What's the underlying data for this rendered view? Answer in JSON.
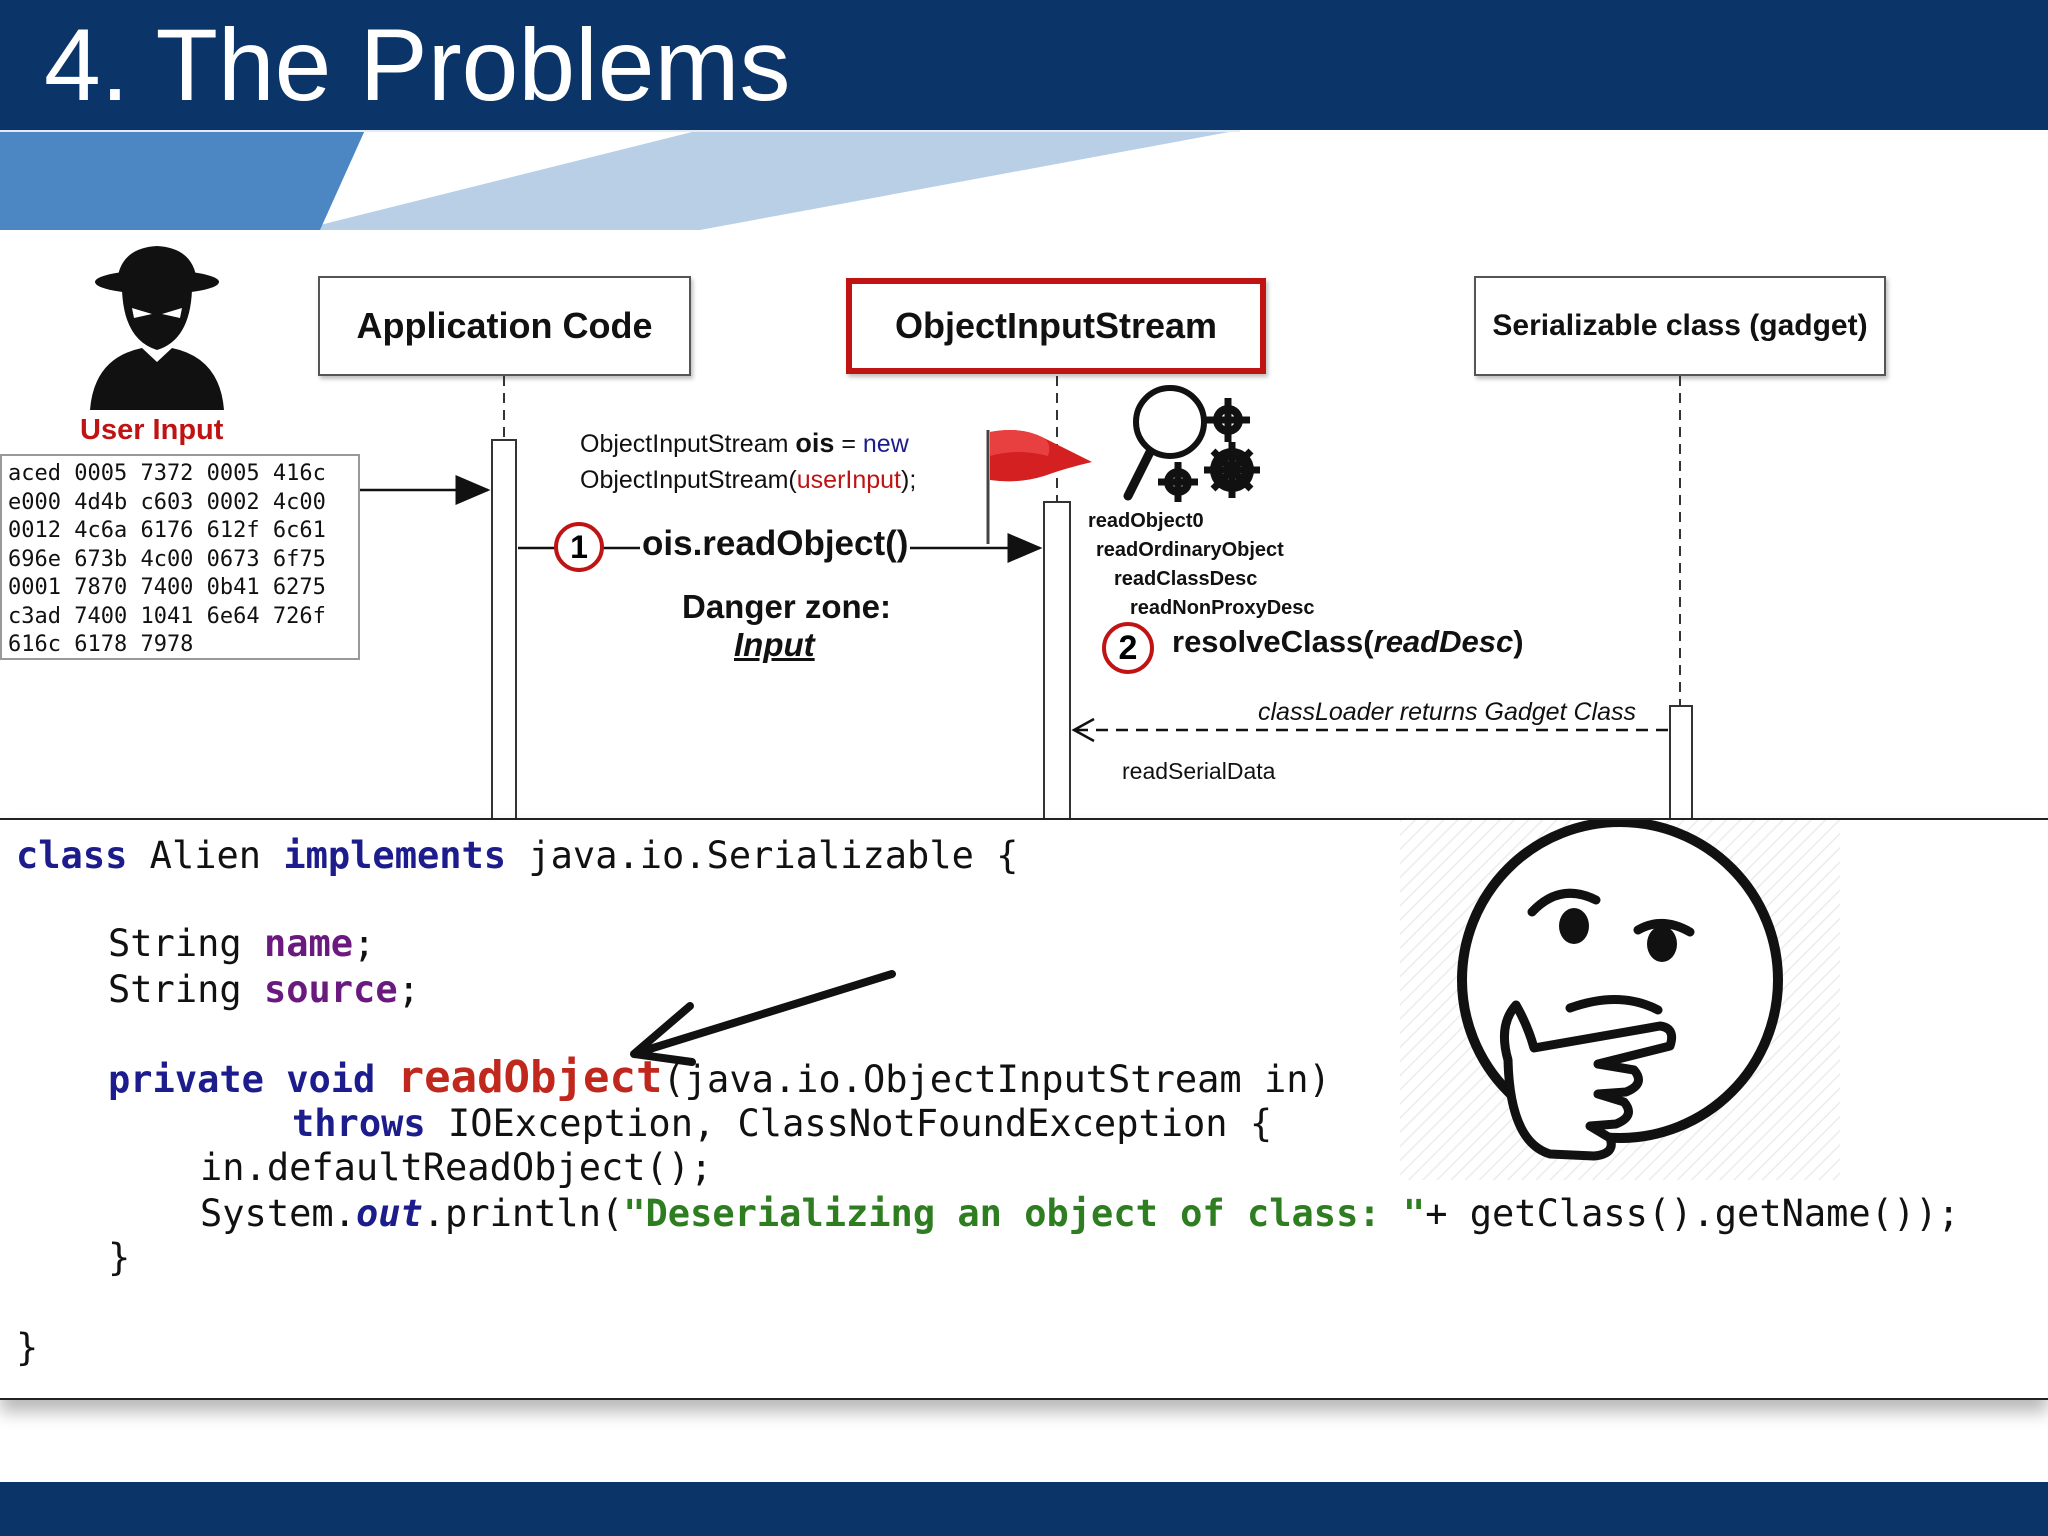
{
  "slide": {
    "title": "4. The Problems"
  },
  "diagram": {
    "user_input_label": "User Input",
    "hex_lines": [
      "aced 0005 7372 0005 416c",
      "e000 4d4b c603 0002 4c00",
      "0012 4c6a 6176 612f 6c61",
      "696e 673b 4c00 0673 6f75",
      "0001 7870 7400 0b41 6275",
      "c3ad 7400 1041 6e64 726f",
      "616c 6178 7978"
    ],
    "lifeline_app": "Application Code",
    "lifeline_ois": "ObjectInputStream",
    "lifeline_gadget": "Serializable class (gadget)",
    "new_stmt_part1": "ObjectInputStream ",
    "new_stmt_ois": "ois",
    "new_stmt_eq": " = ",
    "new_stmt_new": "new",
    "new_stmt_line2a": "ObjectInputStream(",
    "new_stmt_userinput": "userInput",
    "new_stmt_line2b": ");",
    "step1_num": "1",
    "step1_call": "ois.readObject()",
    "danger_zone": "Danger zone:",
    "danger_input": "Input",
    "calls": [
      "readObject0",
      "readOrdinaryObject",
      "readClassDesc",
      "readNonProxyDesc"
    ],
    "step2_num": "2",
    "step2_call_a": "resolveClass(",
    "step2_call_b": "readDesc",
    "step2_call_c": ")",
    "return_label": "classLoader returns Gadget Class",
    "read_serial_data": "readSerialData"
  },
  "code": {
    "l1_kw1": "class",
    "l1_name": " Alien ",
    "l1_kw2": "implements",
    "l1_rest": " java.io.Serializable {",
    "l2_type": "String ",
    "l2_field": "name",
    "l2_end": ";",
    "l3_type": "String ",
    "l3_field": "source",
    "l3_end": ";",
    "l4_kw": "private void",
    "l4_sp": " ",
    "l4_meth": "readObject",
    "l4_rest": "(java.io.ObjectInputStream in)",
    "l5_kw": "throws",
    "l5_rest": " IOException, ClassNotFoundException {",
    "l6": "in.defaultReadObject();",
    "l7_a": "System.",
    "l7_out": "out",
    "l7_b": ".println(",
    "l7_str": "\"Deserializing an object of class: \"",
    "l7_c": "+ getClass().getName());",
    "l8": "}",
    "l9": "}"
  },
  "colors": {
    "header": "#0b3468",
    "highlight_box": "#c01414",
    "flag": "#d42020",
    "user_input": "#c01414"
  },
  "icons": [
    "spy-icon",
    "flag-icon",
    "magnifier-gears-icon",
    "thinking-face-icon",
    "arrow-icon"
  ]
}
